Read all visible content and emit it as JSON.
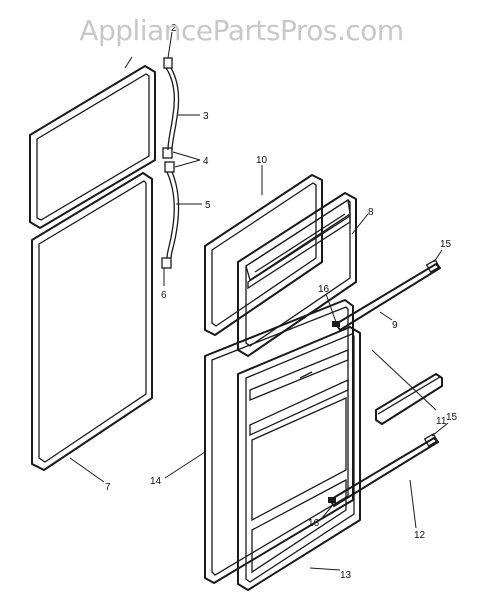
{
  "watermark": "AppliancePartsPros.com",
  "callouts": {
    "c2": "2",
    "c3": "3",
    "c4": "4",
    "c5": "5",
    "c6": "6",
    "c7": "7",
    "c8": "8",
    "c9": "9",
    "c10": "10",
    "c11": "11",
    "c12": "12",
    "c13": "13",
    "c14": "14",
    "c15a": "15",
    "c15b": "15",
    "c16a": "16",
    "c16b": "16"
  }
}
